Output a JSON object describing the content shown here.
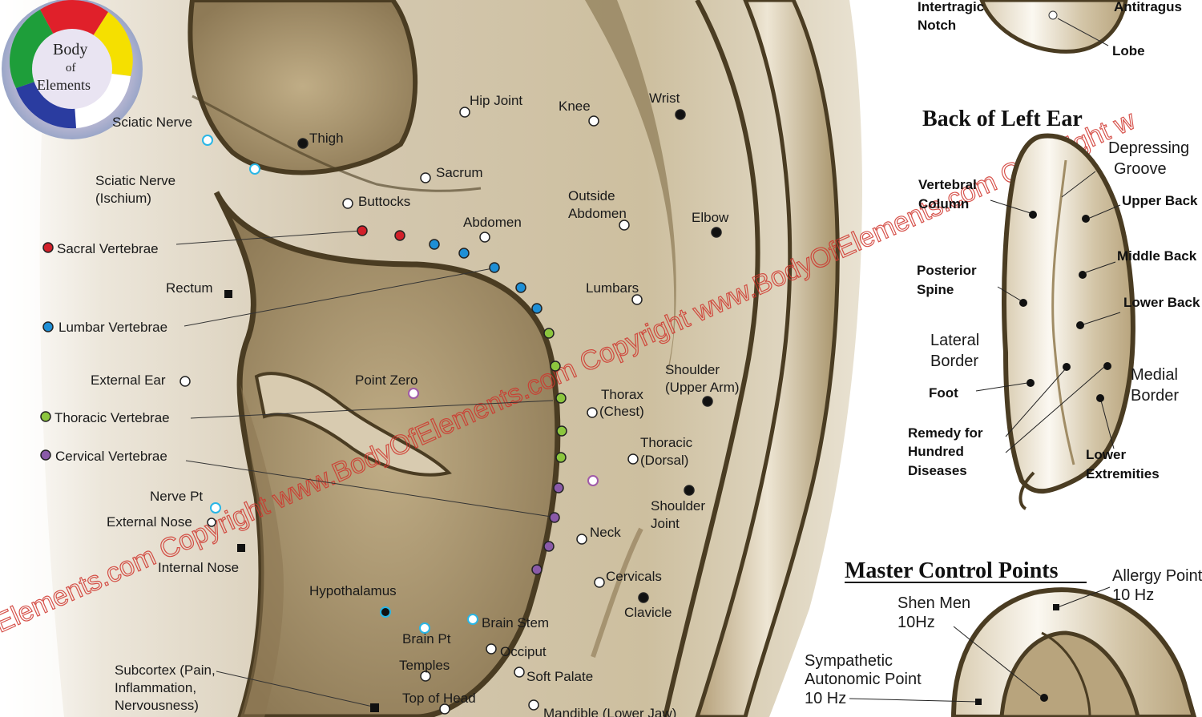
{
  "logo": {
    "line1": "Body",
    "line2": "of",
    "line3": "Elements",
    "colors": [
      "#e0202a",
      "#f5e000",
      "#ffffff",
      "#2a3ca0",
      "#1e9e3a"
    ]
  },
  "titles": {
    "back_ear": "Back of Left Ear",
    "master": "Master Control Points"
  },
  "watermark": "Elements.com Copyright www.BodyOfElements.com Copyright www.BodyOfElements.com Copyright w",
  "front_labels": {
    "sciatic_nerve_top": "Sciatic Nerve",
    "thigh": "Thigh",
    "hip_joint": "Hip Joint",
    "knee": "Knee",
    "wrist": "Wrist",
    "sciatic_ischium_1": "Sciatic Nerve",
    "sciatic_ischium_2": "(Ischium)",
    "sacrum": "Sacrum",
    "buttocks": "Buttocks",
    "outside_abdomen_1": "Outside",
    "outside_abdomen_2": "Abdomen",
    "elbow": "Elbow",
    "abdomen": "Abdomen",
    "sacral_vertebrae": "Sacral Vertebrae",
    "rectum": "Rectum",
    "lumbars": "Lumbars",
    "lumbar_vertebrae": "Lumbar Vertebrae",
    "external_ear": "External Ear",
    "point_zero": "Point Zero",
    "shoulder_1": "Shoulder",
    "shoulder_2": "(Upper Arm)",
    "thorax_1": "Thorax",
    "thorax_2": "(Chest)",
    "thoracic_vertebrae": "Thoracic Vertebrae",
    "thoracic_1": "Thoracic",
    "thoracic_2": "(Dorsal)",
    "cervical_vertebrae": "Cervical Vertebrae",
    "nerve_pt": "Nerve Pt",
    "external_nose": "External Nose",
    "shoulder_joint_1": "Shoulder",
    "shoulder_joint_2": "Joint",
    "neck": "Neck",
    "internal_nose": "Internal Nose",
    "cervicals": "Cervicals",
    "hypothalamus": "Hypothalamus",
    "clavicle": "Clavicle",
    "brain_stem": "Brain Stem",
    "brain_pt": "Brain Pt",
    "occiput": "Occiput",
    "temples": "Temples",
    "soft_palate": "Soft Palate",
    "subcortex_1": "Subcortex (Pain,",
    "subcortex_2": "Inflammation,",
    "subcortex_3": "Nervousness)",
    "top_of_head": "Top of Head",
    "mandible": "Mandible (Lower Jaw)"
  },
  "right_labels": {
    "intertragic_1": "Intertragic",
    "intertragic_2": "Notch",
    "antitragus": "Antitragus",
    "lobe": "Lobe",
    "depressing_1": "Depressing",
    "depressing_2": "Groove",
    "vertebral_1": "Vertebral",
    "vertebral_2": "Column",
    "upper_back": "Upper Back",
    "middle_back": "Middle Back",
    "lower_back": "Lower Back",
    "posterior_1": "Posterior",
    "posterior_2": "Spine",
    "lateral_1": "Lateral",
    "lateral_2": "Border",
    "medial_1": "Medial",
    "medial_2": "Border",
    "foot": "Foot",
    "remedy_1": "Remedy for",
    "remedy_2": "Hundred",
    "remedy_3": "Diseases",
    "lower_ext_1": "Lower",
    "lower_ext_2": "Extremities",
    "allergy_1": "Allergy Point",
    "allergy_2": "10 Hz",
    "shen_men_1": "Shen Men",
    "shen_men_2": "10Hz",
    "sympathetic_1": "Sympathetic",
    "sympathetic_2": "Autonomic Point",
    "sympathetic_3": "10 Hz"
  },
  "point_colors": {
    "sacral": "#d2202a",
    "lumbar": "#1e8fd6",
    "thoracic": "#8cc63e",
    "cervical": "#8a5aa8",
    "white": "#ffffff",
    "black": "#111111",
    "cyan_ring": "#29b6e6",
    "purple_ring": "#a05aa8"
  }
}
